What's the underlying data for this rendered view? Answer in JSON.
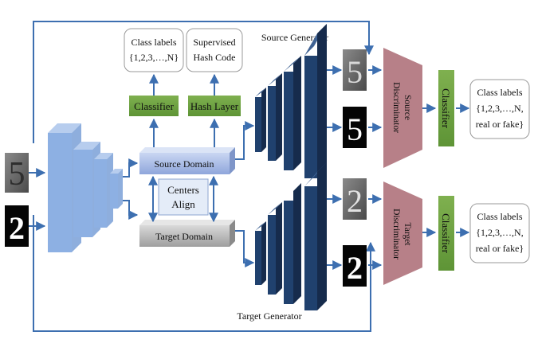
{
  "inputs": [
    "5",
    "2"
  ],
  "domains": {
    "source": "Source Domain",
    "target": "Target Domain"
  },
  "centers_align": {
    "line1": "Centers",
    "line2": "Align"
  },
  "heads": {
    "classifier": "Classifier",
    "hash_layer": "Hash Layer"
  },
  "outputs": {
    "class_labels": {
      "line1": "Class labels",
      "line2": "{1,2,3,…,N}"
    },
    "hash_code": {
      "line1": "Supervised",
      "line2": "Hash Code"
    },
    "source_right": {
      "line1": "Class labels",
      "line2": "{1,2,3,…,N,",
      "line3": "real or fake}"
    },
    "target_right": {
      "line1": "Class labels",
      "line2": "{1,2,3,…,N,",
      "line3": "real or fake}"
    }
  },
  "generators": {
    "source_title": "Source Generator",
    "target_title": "Target Generator"
  },
  "samples": [
    "5",
    "5",
    "2",
    "2"
  ],
  "discriminators": {
    "source": {
      "line1": "Source",
      "line2": "Discriminator"
    },
    "target": {
      "line1": "Target",
      "line2": "Discriminator"
    }
  },
  "side_classifiers": [
    "Classifier",
    "Classifier"
  ],
  "colors": {
    "arrow": "#3d6fb0",
    "encoder": "#8db0e3",
    "generator": "#20416e",
    "discriminator": "#b78088",
    "classifier": "#6fa342"
  }
}
